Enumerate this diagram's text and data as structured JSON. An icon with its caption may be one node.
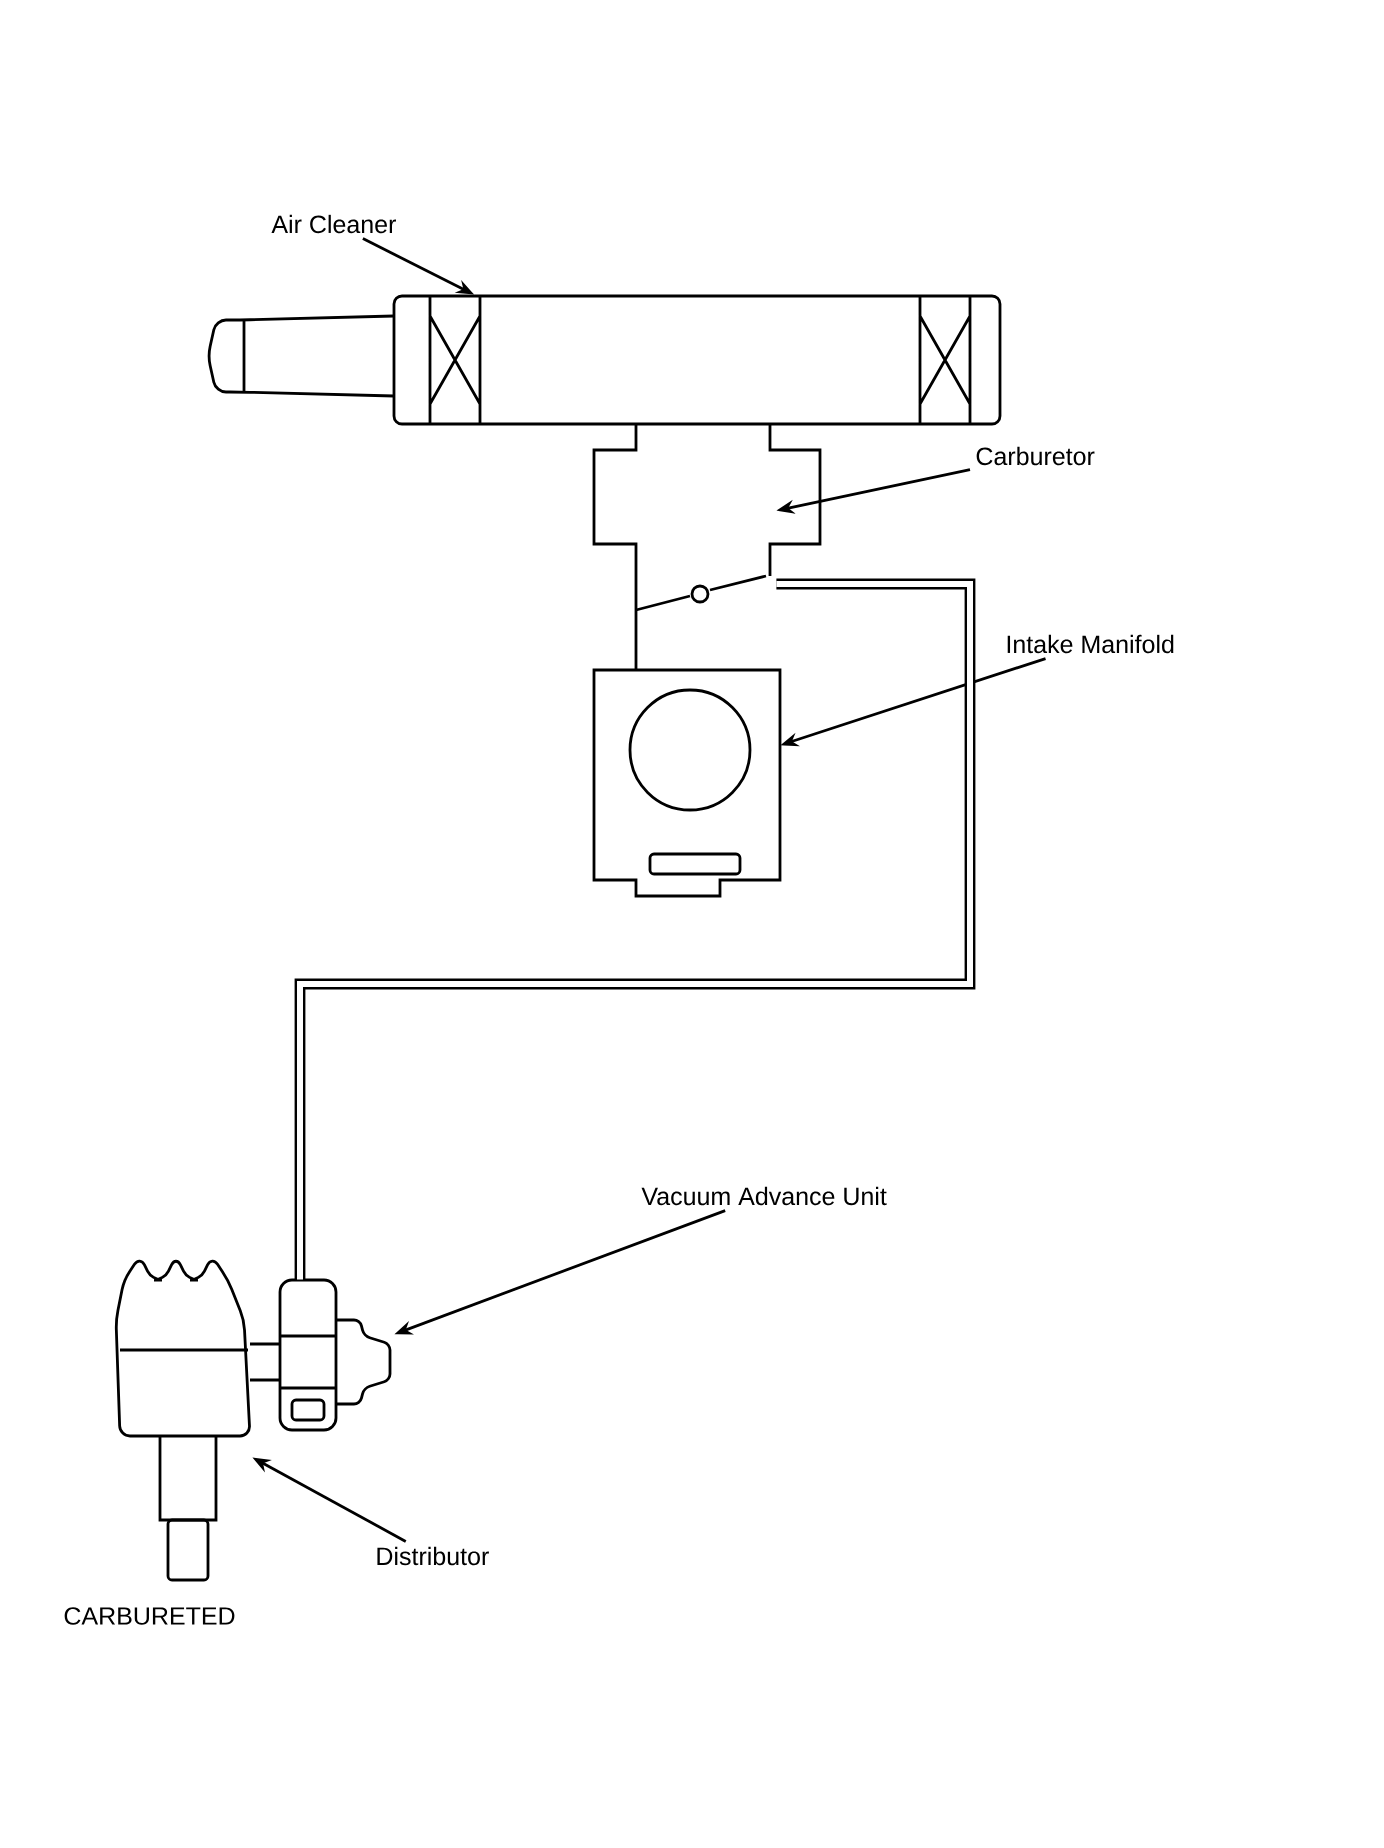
{
  "diagram": {
    "caption": "CARBURETED",
    "nodes": [
      {
        "text": [
          "Air Cleaner"
        ]
      },
      {
        "text": [],
        "shape": "picture"
      },
      {
        "text": [
          "Carburetor"
        ]
      },
      {
        "text": [],
        "shape": "picture"
      },
      {
        "text": [
          "Intake Manifold"
        ]
      },
      {
        "text": [],
        "shape": "picture"
      },
      {
        "text": [
          "Vacuum Advance Unit"
        ]
      },
      {
        "text": [],
        "shape": "picture"
      },
      {
        "text": [
          "Distributor"
        ]
      },
      {
        "text": [],
        "shape": "picture"
      }
    ],
    "edges": [
      {
        "from": 0,
        "to": 1,
        "arrow": "to"
      },
      {
        "from": 2,
        "to": 3,
        "arrow": "to"
      },
      {
        "from": 4,
        "to": 5,
        "arrow": "to"
      },
      {
        "from": 6,
        "to": 7,
        "arrow": "to"
      },
      {
        "from": 8,
        "to": 9,
        "arrow": "to"
      },
      {
        "from": 3,
        "to": 7,
        "arrow": "none",
        "style": "thick"
      }
    ]
  }
}
